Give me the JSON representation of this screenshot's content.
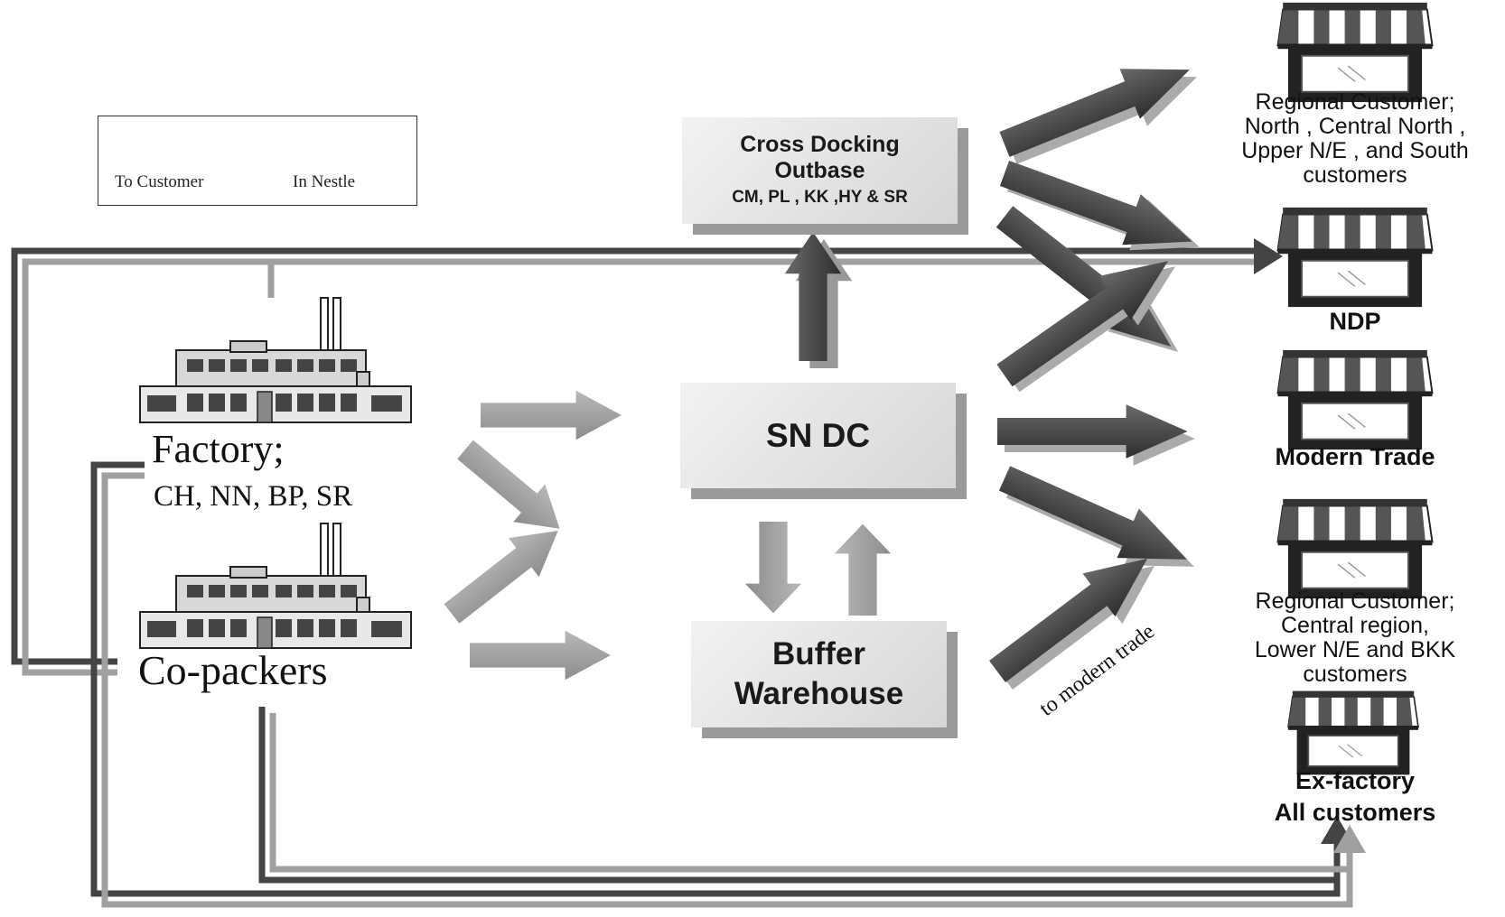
{
  "legend": {
    "to_customer": "To Customer",
    "in_nestle": "In Nestle",
    "to_customer_color": "#4a4a4a",
    "in_nestle_color": "#9a9a9a"
  },
  "nodes": {
    "cross_docking": {
      "line1": "Cross Docking",
      "line2": "Outbase",
      "line3": "CM, PL , KK ,HY & SR"
    },
    "sn_dc": {
      "label": "SN DC"
    },
    "buffer_warehouse": {
      "line1": "Buffer",
      "line2": "Warehouse"
    }
  },
  "sources": {
    "factory": {
      "title": "Factory;",
      "subtitle": "CH, NN, BP, SR"
    },
    "copackers": {
      "title": "Co-packers"
    }
  },
  "customers": {
    "regional_north": {
      "line1": "Regional Customer;",
      "line2": "North , Central North ,",
      "line3": "Upper N/E , and South",
      "line4": "customers"
    },
    "ndp": {
      "label": "NDP"
    },
    "modern_trade": {
      "label": "Modern Trade"
    },
    "regional_central": {
      "line1": "Regional Customer;",
      "line2": "Central region,",
      "line3": "Lower N/E and BKK",
      "line4": "customers"
    },
    "ex_factory": {
      "line1": "Ex-factory",
      "line2": "All customers"
    }
  },
  "annotations": {
    "to_modern_trade": "to modern trade"
  }
}
